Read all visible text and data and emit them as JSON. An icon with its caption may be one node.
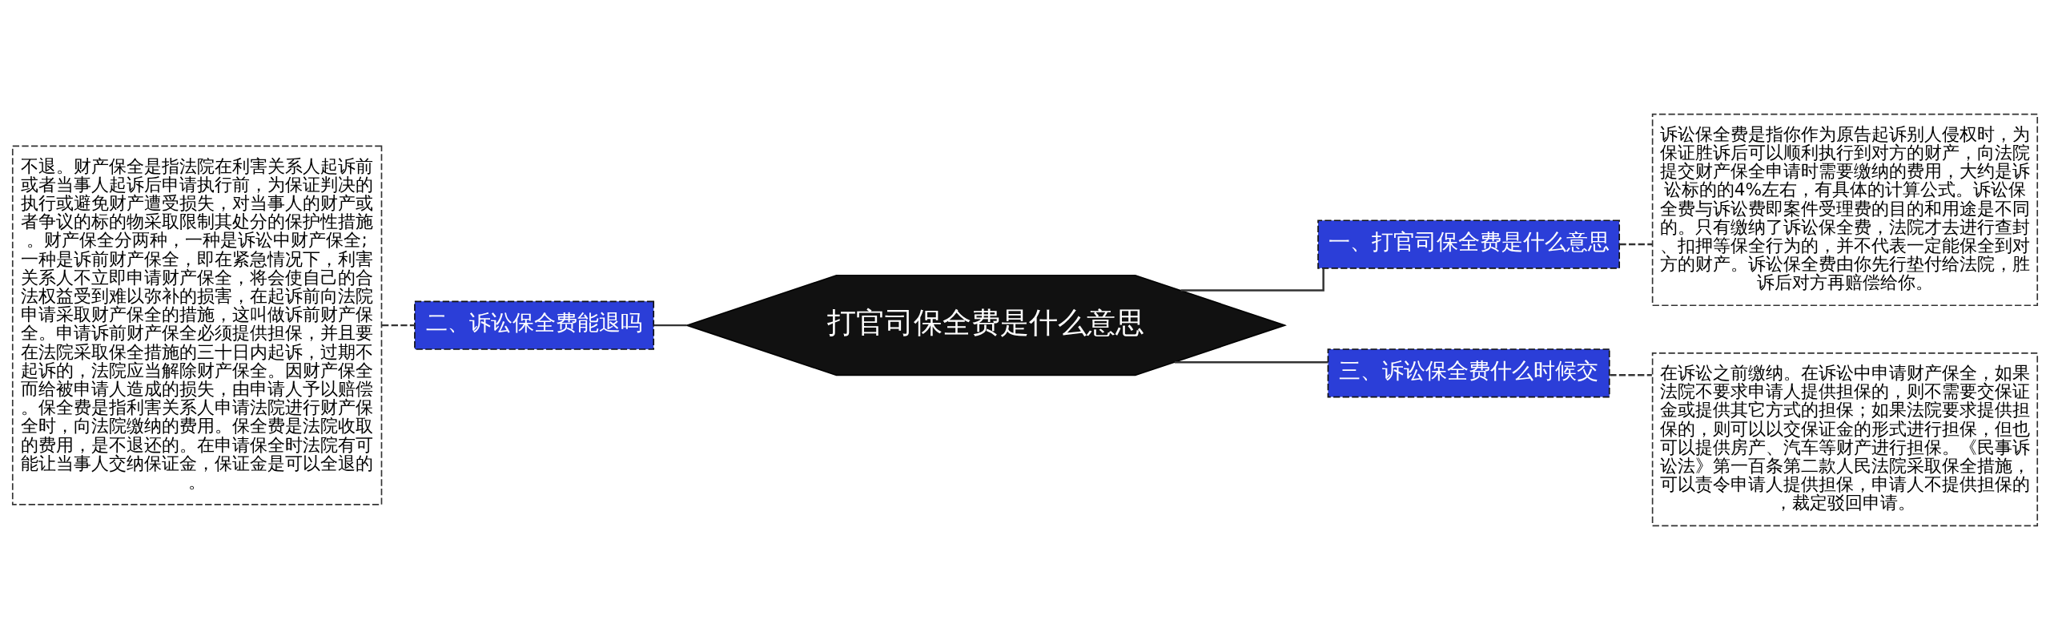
{
  "diagram": {
    "nodes": [
      {
        "text": [
          "打官司保全费是什么意思"
        ]
      },
      {
        "text": [
          "一、打官司保全费是什么意思"
        ]
      },
      {
        "text": [
          "诉讼保全费是指你作为原告起诉别人侵权时，为保证胜诉后可以顺利执行到对方的财产，向法院提交财产保全申请时需要缴纳的费用，大约是诉讼标的的4%左右，有具体的计算公式。诉讼保全费与诉讼费即案件受理费的目的和用途是不同的。只有缴纳了诉讼保全费，法院才去进行查封、扣押等保全行为的，并不代表一定能保全到对方的财产。诉讼保全费由你先行垫付给法院，胜诉后对方再赔偿给你。"
        ]
      },
      {
        "text": [
          "二、诉讼保全费能退吗"
        ]
      },
      {
        "text": [
          "不退。财产保全是指法院在利害关系人起诉前或者当事人起诉后申请执行前，为保证判决的执行或避免财产遭受损失，对当事人的财产或者争议的标的物采取限制其处分的保护性措施。财产保全分两种，一种是诉讼中财产保全;一种是诉前财产保全，即在紧急情况下，利害关系人不立即申请财产保全，将会使自己的合法权益受到难以弥补的损害，在起诉前向法院申请采取财产保全的措施，这叫做诉前财产保全。申请诉前财产保全必须提供担保，并且要在法院采取保全措施的三十日内起诉，过期不起诉的，法院应当解除财产保全。因财产保全而给被申请人造成的损失，由申请人予以赔偿。保全费是指利害关系人申请法院进行财产保全时，向法院缴纳的费用。保全费是法院收取的费用，是不退还的。在申请保全时法院有可能让当事人交纳保证金，保证金是可以全退的。"
        ]
      },
      {
        "text": [
          "三、诉讼保全费什么时候交"
        ]
      },
      {
        "text": [
          "在诉讼之前缴纳。在诉讼中申请财产保全，如果法院不要求申请人提供担保的，则不需要交保证金或提供其它方式的担保；如果法院要求提供担保的，则可以以交保证金的形式进行担保，但也可以提供房产、汽车等财产进行担保。《民事诉讼法》第一百条第二款人民法院采取保全措施，可以责令申请人提供担保，申请人不提供担保的，裁定驳回申请。"
        ]
      }
    ],
    "edges": [
      {
        "from": 0,
        "to": 1,
        "arrow": "none"
      },
      {
        "from": 1,
        "to": 2,
        "arrow": "none",
        "style": "dashed"
      },
      {
        "from": 0,
        "to": 3,
        "arrow": "none"
      },
      {
        "from": 3,
        "to": 4,
        "arrow": "none",
        "style": "dashed"
      },
      {
        "from": 0,
        "to": 5,
        "arrow": "none"
      },
      {
        "from": 5,
        "to": 6,
        "arrow": "none",
        "style": "dashed"
      }
    ]
  }
}
